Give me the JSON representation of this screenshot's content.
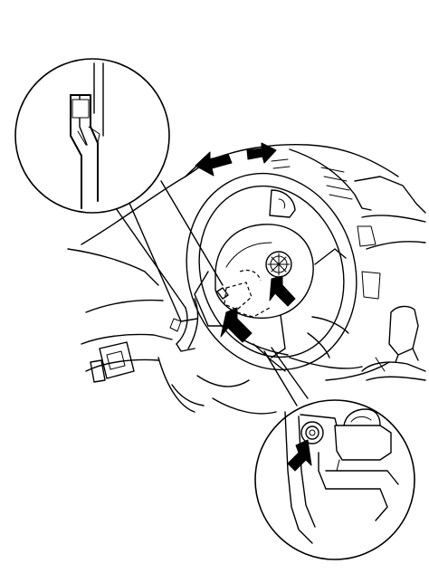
{
  "figure": {
    "caption": "",
    "callouts": [
      {
        "id": "upper-left-detail",
        "shows": "clip-detail"
      },
      {
        "id": "lower-right-detail",
        "shows": "screw-detail"
      }
    ],
    "arrows": [
      {
        "id": "slide-left-arrow",
        "direction": "left"
      },
      {
        "id": "slide-right-arrow",
        "direction": "right"
      },
      {
        "id": "push-arrow-center",
        "direction": "up"
      },
      {
        "id": "push-arrow-right",
        "direction": "up-left"
      },
      {
        "id": "screw-arrow",
        "direction": "up-right"
      }
    ],
    "colors": {
      "line": "#000000",
      "background": "#ffffff"
    }
  }
}
